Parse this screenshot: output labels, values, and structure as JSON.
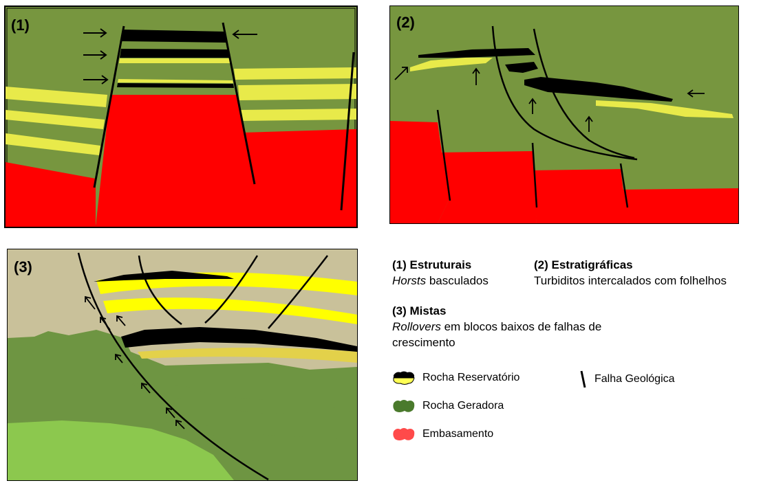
{
  "panels": [
    {
      "label": "(1)"
    },
    {
      "label": "(2)"
    },
    {
      "label": "(3)"
    }
  ],
  "caption": {
    "structural": {
      "title": "(1) Estruturais",
      "desc_italic": "Horsts",
      "desc_rest": " basculados"
    },
    "stratigraphic": {
      "title": "(2) Estratigráficas",
      "desc": "Turbiditos intercalados com folhelhos"
    },
    "mixed": {
      "title": "(3) Mistas",
      "desc_italic": "Rollovers",
      "desc_rest_1": " em blocos baixos de falhas de",
      "desc_rest_2": "crescimento"
    }
  },
  "legend": [
    {
      "label": "Rocha Reservatório",
      "icon": "reservoir-rock-swatch",
      "colors": [
        "#000000",
        "#ffff55"
      ]
    },
    {
      "label": "Rocha Geradora",
      "icon": "source-rock-swatch",
      "colors": [
        "#4a7a2c"
      ]
    },
    {
      "label": "Embasamento",
      "icon": "basement-swatch",
      "colors": [
        "#ff4a4a"
      ]
    },
    {
      "label": "Falha Geológica",
      "icon": "fault-line-icon",
      "colors": [
        "#000000"
      ]
    }
  ],
  "colors": {
    "green": "#77963f",
    "red": "#ff0000",
    "yellow": "#e8ea4a",
    "tan": "#c9c19a",
    "dark_green": "#5e8a34",
    "light_green": "#86c24a"
  }
}
